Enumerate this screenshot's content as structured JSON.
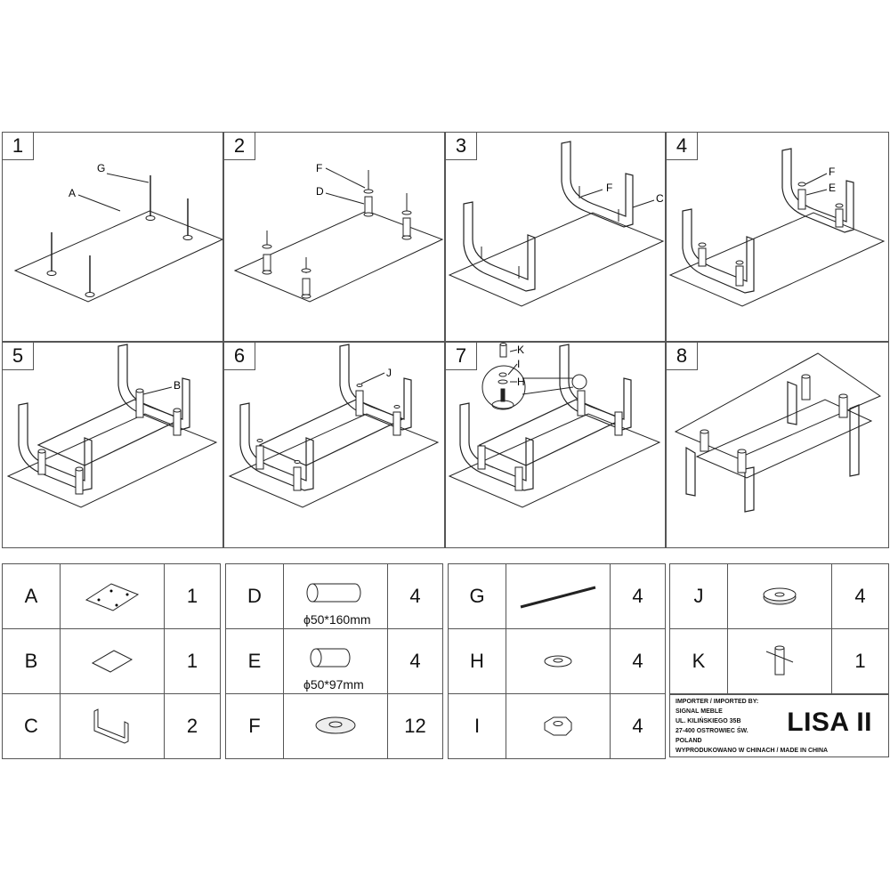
{
  "steps": [
    {
      "number": "1",
      "callouts": [
        "G",
        "A"
      ]
    },
    {
      "number": "2",
      "callouts": [
        "F",
        "D"
      ]
    },
    {
      "number": "3",
      "callouts": [
        "F",
        "C"
      ]
    },
    {
      "number": "4",
      "callouts": [
        "F",
        "E"
      ]
    },
    {
      "number": "5",
      "callouts": [
        "B"
      ]
    },
    {
      "number": "6",
      "callouts": [
        "J"
      ]
    },
    {
      "number": "7",
      "callouts": [
        "K",
        "I",
        "H"
      ]
    },
    {
      "number": "8",
      "callouts": []
    }
  ],
  "parts": [
    {
      "letter": "A",
      "icon": "glass-top-plate-icon",
      "qty": "1",
      "dim": ""
    },
    {
      "letter": "B",
      "icon": "glass-shelf-plate-icon",
      "qty": "1",
      "dim": ""
    },
    {
      "letter": "C",
      "icon": "u-frame-leg-icon",
      "qty": "2",
      "dim": ""
    },
    {
      "letter": "D",
      "icon": "long-tube-icon",
      "qty": "4",
      "dim": "ϕ50*160mm"
    },
    {
      "letter": "E",
      "icon": "short-tube-icon",
      "qty": "4",
      "dim": "ϕ50*97mm"
    },
    {
      "letter": "F",
      "icon": "cap-disc-icon",
      "qty": "12",
      "dim": ""
    },
    {
      "letter": "G",
      "icon": "threaded-rod-icon",
      "qty": "4",
      "dim": ""
    },
    {
      "letter": "H",
      "icon": "washer-icon",
      "qty": "4",
      "dim": ""
    },
    {
      "letter": "I",
      "icon": "hex-nut-icon",
      "qty": "4",
      "dim": ""
    },
    {
      "letter": "J",
      "icon": "rubber-pad-icon",
      "qty": "4",
      "dim": ""
    },
    {
      "letter": "K",
      "icon": "tube-wrench-icon",
      "qty": "1",
      "dim": ""
    }
  ],
  "importer": {
    "lines": [
      "IMPORTER / IMPORTED BY:",
      "SIGNAL MEBLE",
      "UL. KILIŃSKIEGO 35B",
      "27-400 OSTROWIEC ŚW.",
      "POLAND",
      "WYPRODUKOWANO W CHINACH / MADE IN CHINA"
    ],
    "product_name": "LISA II"
  }
}
